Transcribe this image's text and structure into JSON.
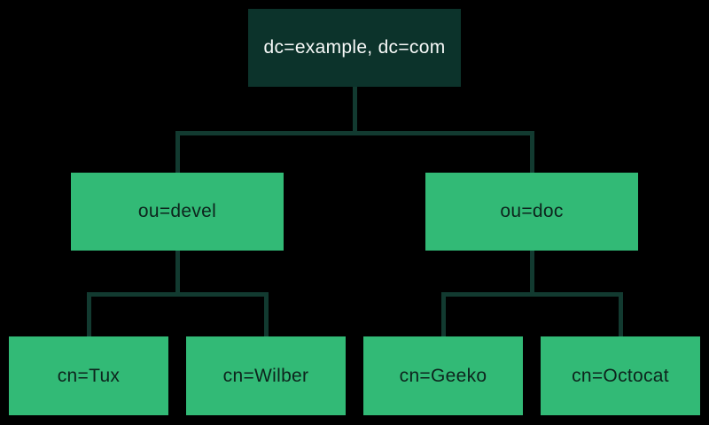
{
  "diagram": {
    "type": "tree",
    "description": "LDAP directory information tree",
    "colors": {
      "background": "#000000",
      "root_fill": "#0c332b",
      "root_text": "#f7f9f8",
      "node_fill": "#32ba76",
      "node_text": "#0d241d",
      "connector": "#123a30"
    },
    "tree": {
      "root": {
        "label": "dc=example, dc=com",
        "children": [
          {
            "label": "ou=devel",
            "children": [
              {
                "label": "cn=Tux"
              },
              {
                "label": "cn=Wilber"
              }
            ]
          },
          {
            "label": "ou=doc",
            "children": [
              {
                "label": "cn=Geeko"
              },
              {
                "label": "cn=Octocat"
              }
            ]
          }
        ]
      }
    }
  }
}
